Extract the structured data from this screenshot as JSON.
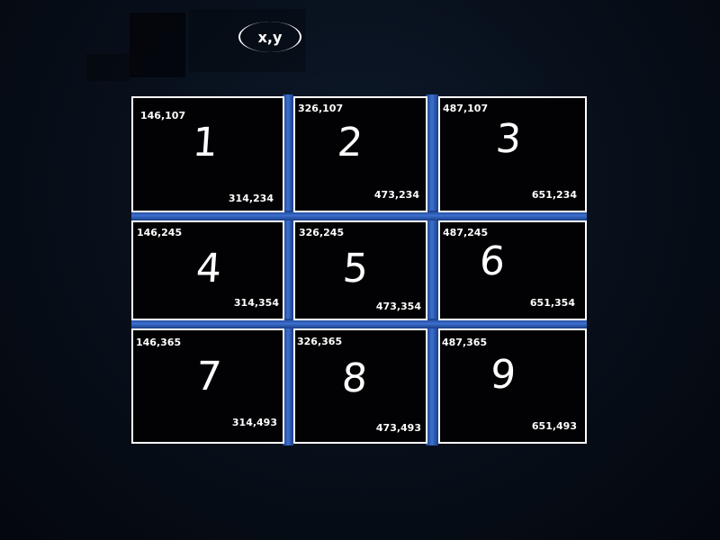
{
  "header": {
    "coordinate_label": "x,y"
  },
  "colors": {
    "background": "#070b14",
    "cell_border": "#ffffff",
    "cell_fill": "#020204",
    "separator_blue": "#3d6fd0",
    "text": "#ffffff"
  },
  "grid": {
    "cells": [
      {
        "number": "1",
        "top_left": "146,107",
        "bottom_right": "314,234"
      },
      {
        "number": "2",
        "top_left": "326,107",
        "bottom_right": "473,234"
      },
      {
        "number": "3",
        "top_left": "487,107",
        "bottom_right": "651,234"
      },
      {
        "number": "4",
        "top_left": "146,245",
        "bottom_right": "314,354"
      },
      {
        "number": "5",
        "top_left": "326,245",
        "bottom_right": "473,354"
      },
      {
        "number": "6",
        "top_left": "487,245",
        "bottom_right": "651,354"
      },
      {
        "number": "7",
        "top_left": "146,365",
        "bottom_right": "314,493"
      },
      {
        "number": "8",
        "top_left": "326,365",
        "bottom_right": "473,493"
      },
      {
        "number": "9",
        "top_left": "487,365",
        "bottom_right": "651,493"
      }
    ]
  }
}
